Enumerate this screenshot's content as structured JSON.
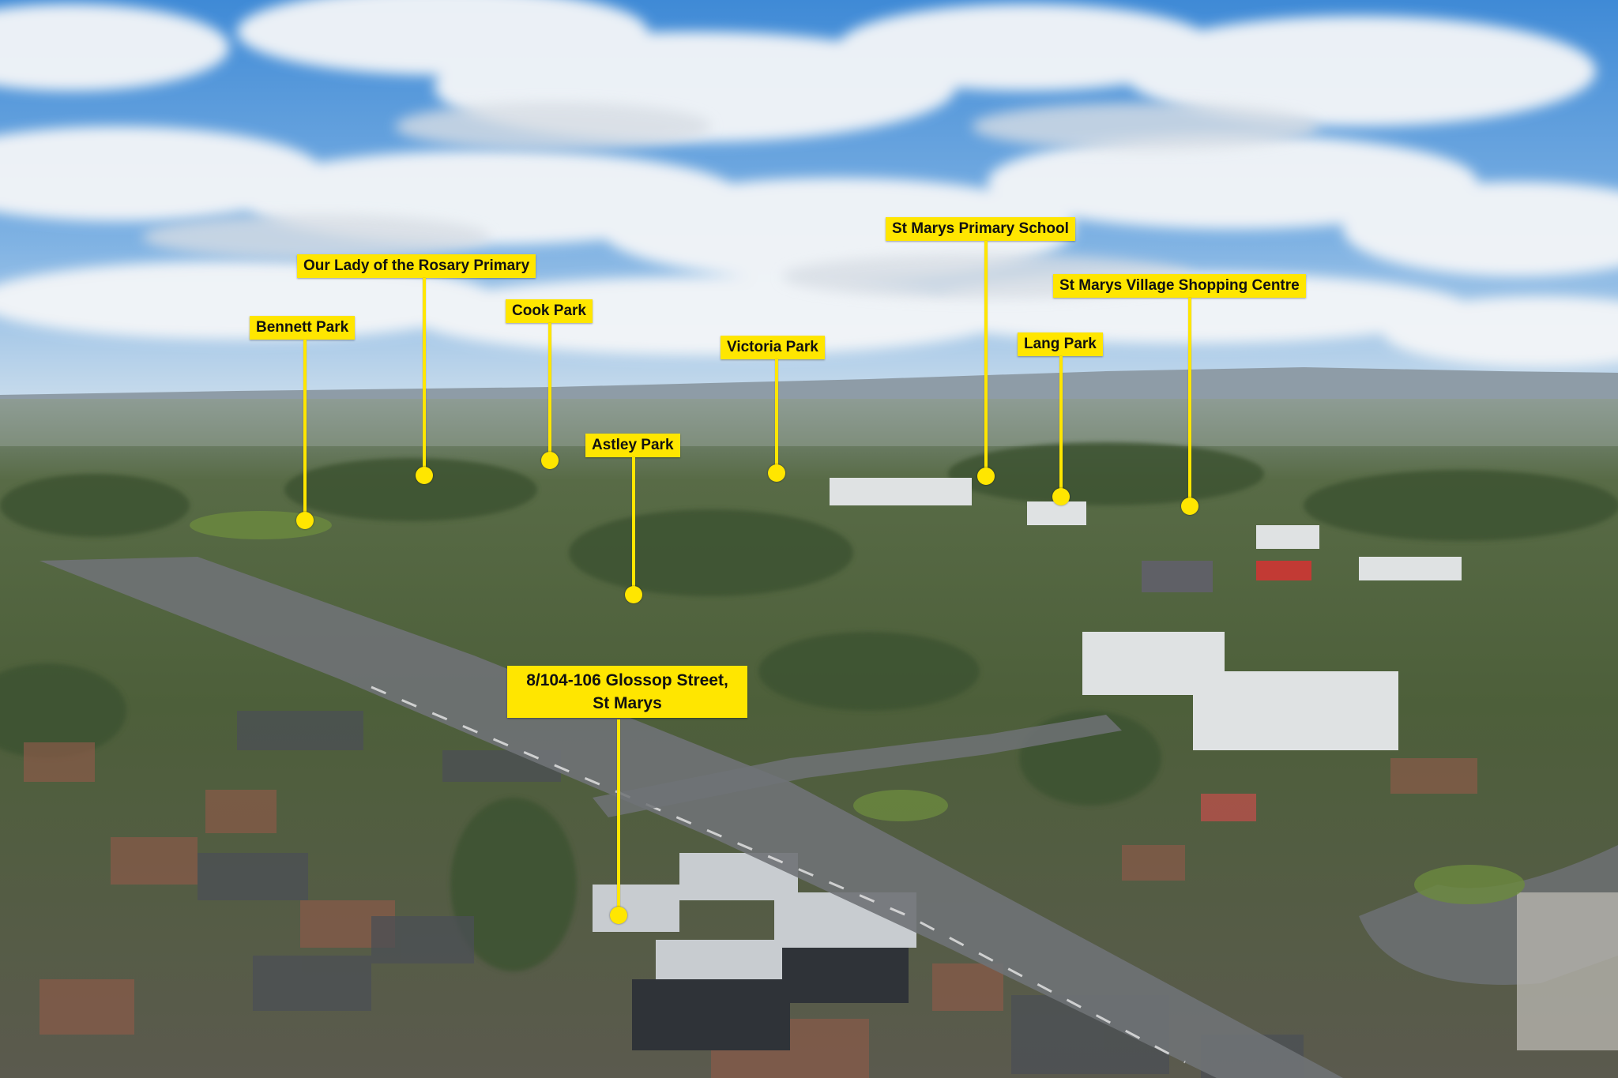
{
  "photo": {
    "description_icon": "aerial-suburb-photo"
  },
  "labels": {
    "bennett_park": "Bennett Park",
    "our_lady_rosary": "Our Lady of the Rosary Primary",
    "cook_park": "Cook Park",
    "victoria_park": "Victoria Park",
    "astley_park": "Astley Park",
    "st_marys_primary": "St Marys Primary School",
    "lang_park": "Lang Park",
    "st_marys_village": "St Marys Village Shopping Centre",
    "property_line1": "8/104-106 Glossop Street,",
    "property_line2": "St Marys"
  },
  "colors": {
    "label_bg": "#FFE600",
    "label_text": "#111111"
  }
}
